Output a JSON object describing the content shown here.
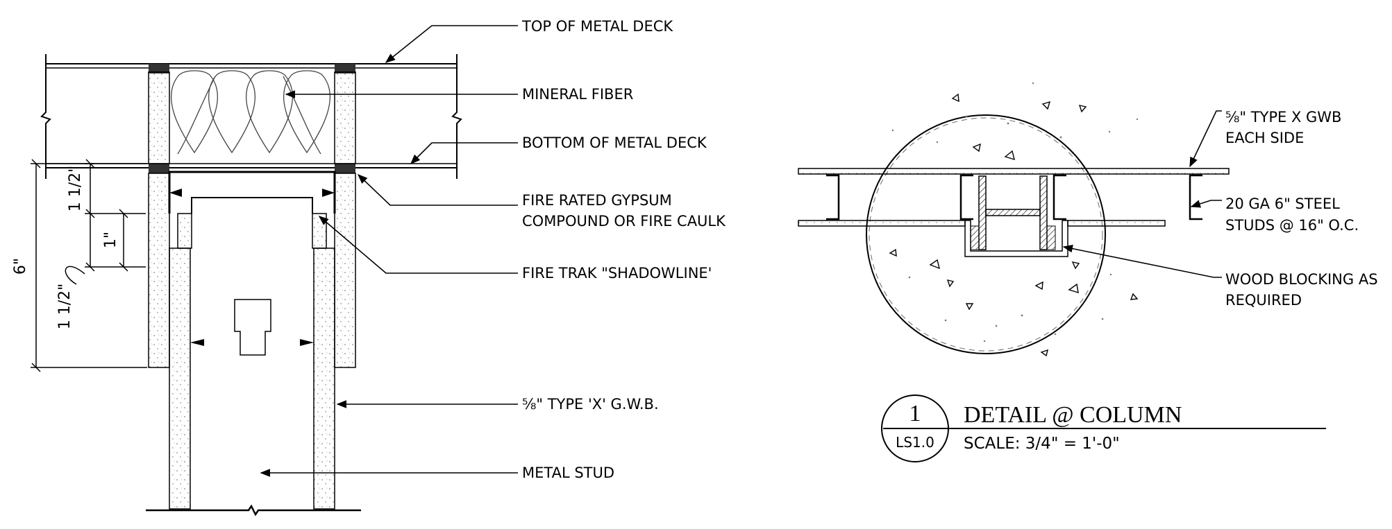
{
  "left_detail": {
    "labels": {
      "top_of_deck": "TOP OF METAL DECK",
      "mineral_fiber": "MINERAL FIBER",
      "bottom_of_deck": "BOTTOM OF METAL DECK",
      "gypsum_line1": "FIRE RATED GYPSUM",
      "gypsum_line2": "COMPOUND OR FIRE CAULK",
      "fire_trak": "FIRE TRAK \"SHADOWLINE'",
      "gwb": "⅝\" TYPE 'X' G.W.B.",
      "metal_stud": "METAL STUD"
    },
    "dimensions": {
      "overall": "6\"",
      "top": "1 1/2\"",
      "middle": "1\"",
      "bottom": "1 1/2\""
    }
  },
  "right_detail": {
    "labels": {
      "gwb_line1": "⅝\" TYPE X GWB",
      "gwb_line2": "EACH SIDE",
      "studs_line1": "20 GA 6\" STEEL",
      "studs_line2": "STUDS @ 16\" O.C.",
      "blocking_line1": "WOOD BLOCKING AS",
      "blocking_line2": "REQUIRED"
    }
  },
  "title_block": {
    "detail_number": "1",
    "sheet": "LS1.0",
    "title": "DETAIL @ COLUMN",
    "scale": "SCALE: 3/4\"  =  1'-0\""
  }
}
